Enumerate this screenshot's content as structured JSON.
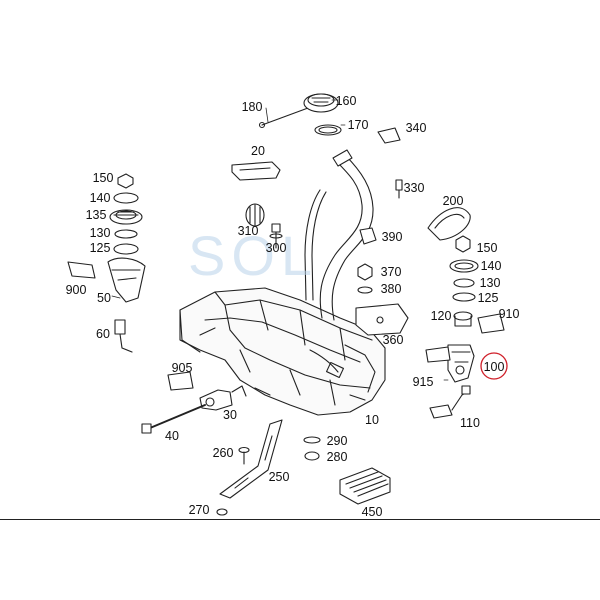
{
  "watermark": {
    "text": "SOL",
    "color": "#b9d3ea"
  },
  "highlight_color": "#d0202a",
  "labels": {
    "l180": "180",
    "l160": "160",
    "l170": "170",
    "l340": "340",
    "l20": "20",
    "l330": "330",
    "l200": "200",
    "l150a": "150",
    "l140a": "140",
    "l135": "135",
    "l130a": "130",
    "l125a": "125",
    "l310": "310",
    "l300": "300",
    "l390": "390",
    "l150b": "150",
    "l140b": "140",
    "l130b": "130",
    "l125b": "125",
    "l370": "370",
    "l380": "380",
    "l900": "900",
    "l50": "50",
    "l60": "60",
    "l120": "120",
    "l910": "910",
    "l360": "360",
    "l905": "905",
    "l915": "915",
    "l100": "100",
    "l30": "30",
    "l10": "10",
    "l110": "110",
    "l40": "40",
    "l290": "290",
    "l280": "280",
    "l260": "260",
    "l250": "250",
    "l270": "270",
    "l450": "450"
  }
}
